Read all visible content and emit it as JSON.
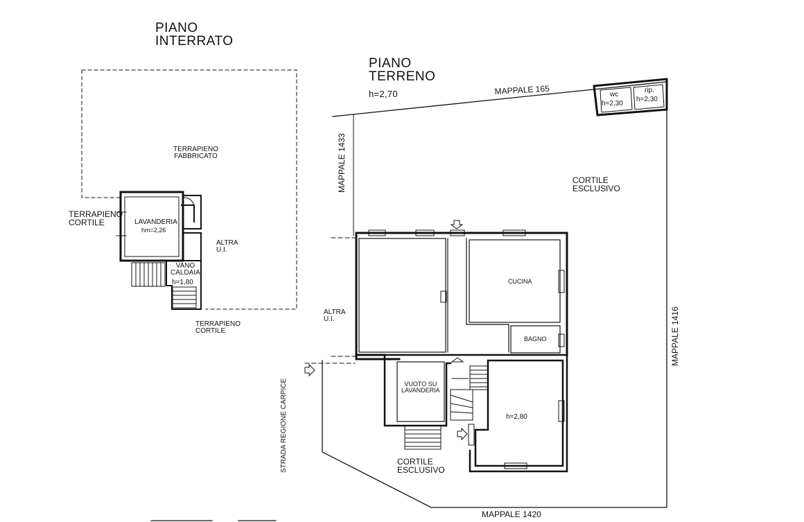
{
  "floors": {
    "basement": {
      "title": "PIANO\nINTERRATO",
      "labels": {
        "terrapieno_fabbricato": "TERRAPIENO\nFABBRICATO",
        "terrapieno_cortile_left": "TERRAPIENO\nCORTILE",
        "lavanderia": "LAVANDERIA",
        "lavanderia_height": "hm=2,26",
        "altra_ui": "ALTRA\nU.I.",
        "vano_caldaia": "VANO\nCALDAIA",
        "vano_caldaia_height": "h=1,80",
        "terrapieno_cortile_bottom": "TERRAPIENO\nCORTILE"
      }
    },
    "ground": {
      "title": "PIANO\nTERRENO",
      "height": "h=2,70",
      "labels": {
        "mappale_165": "MAPPALE 165",
        "mappale_1433": "MAPPALE 1433",
        "mappale_1416": "MAPPALE 1416",
        "mappale_1420": "MAPPALE 1420",
        "strada": "STRADA REGIONE CARPICE",
        "cortile_top": "CORTILE\nESCLUSIVO",
        "cortile_bottom": "CORTILE\nESCLUSIVO",
        "altra_ui": "ALTRA\nU.I.",
        "cucina": "CUCINA",
        "bagno": "BAGNO",
        "vuoto": "VUOTO SU\nLAVANDERIA",
        "room_height": "h=2,80",
        "wc": "wc",
        "wc_height": "h=2,30",
        "rip": "rip.",
        "rip_height": "h=2,30"
      }
    }
  }
}
